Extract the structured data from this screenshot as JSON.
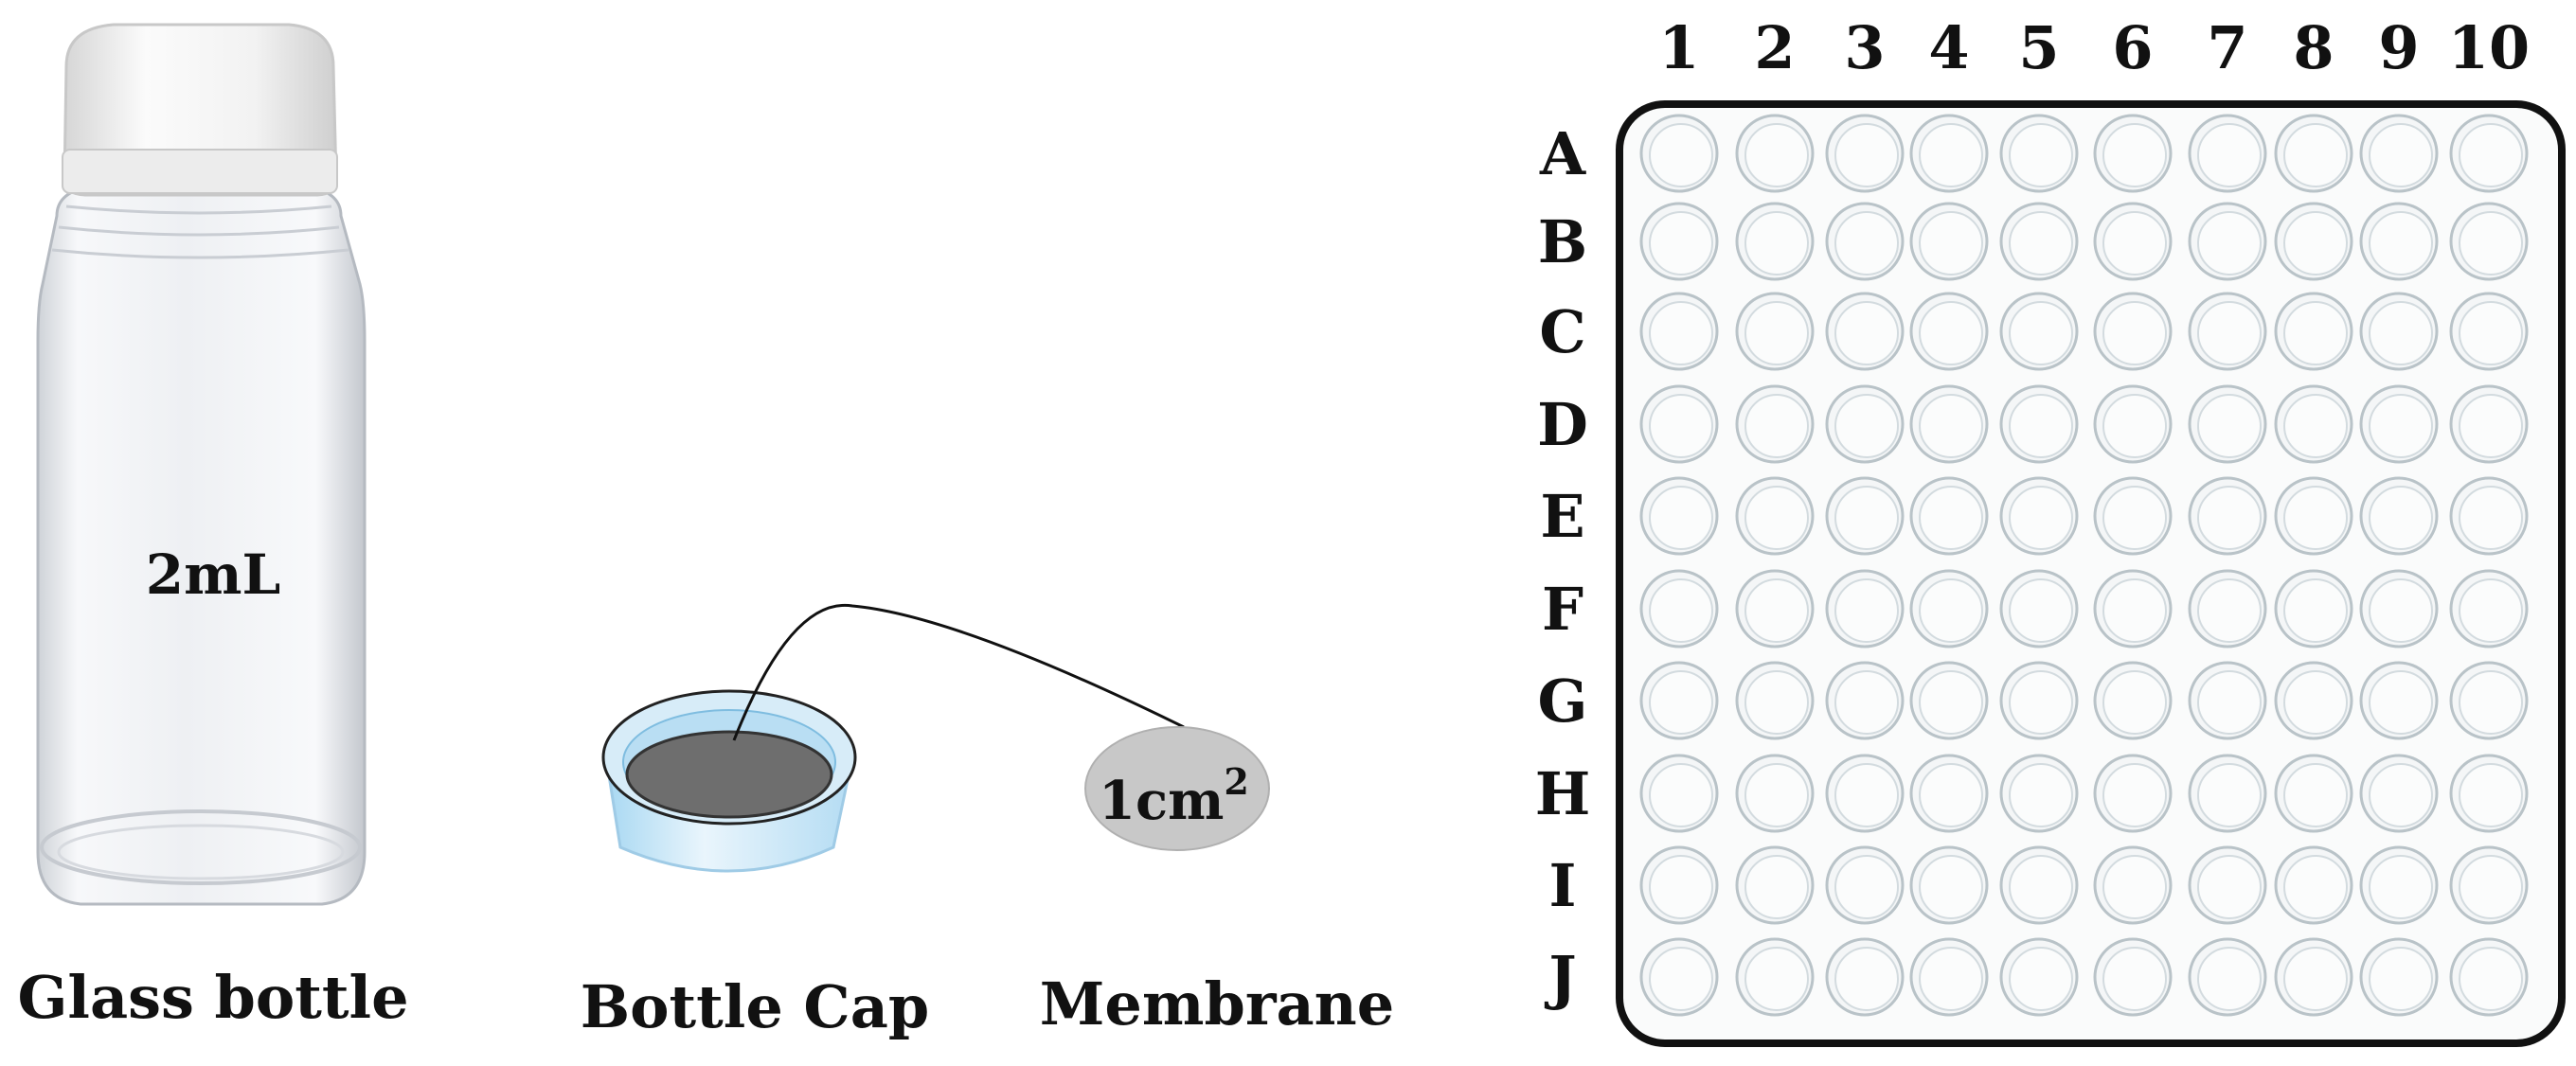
{
  "bottle": {
    "volume_label": "2mL",
    "caption": "Glass bottle",
    "colors": {
      "cap": "#f2f2f2",
      "glass": "#e8eaee"
    }
  },
  "cap": {
    "caption": "Bottle Cap",
    "colors": {
      "rim": "#c9e6f7",
      "inner_disc": "#6e6e6e"
    }
  },
  "membrane": {
    "area_label": "1cm",
    "area_exponent": "2",
    "caption": "Membrane",
    "color": "#c8c8c8"
  },
  "plate": {
    "columns": [
      "1",
      "2",
      "3",
      "4",
      "5",
      "6",
      "7",
      "8",
      "9",
      "10"
    ],
    "rows": [
      "A",
      "B",
      "C",
      "D",
      "E",
      "F",
      "G",
      "H",
      "I",
      "J"
    ],
    "colors": {
      "frame": "#111111",
      "well_fill": "#f4f6f7",
      "well_stroke": "#b9c3c8"
    }
  }
}
